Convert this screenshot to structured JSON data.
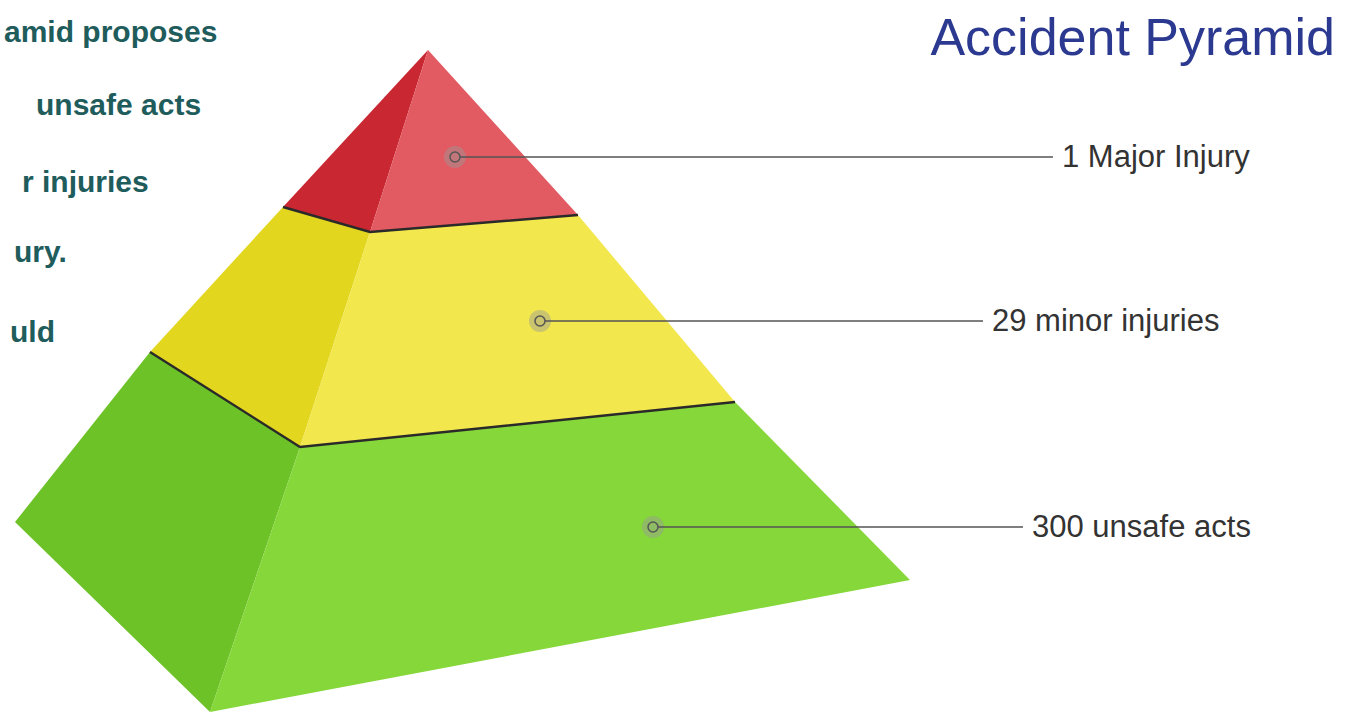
{
  "diagram": {
    "title": "Accident Pyramid",
    "labels": [
      "amid proposes",
      "unsafe acts",
      "r injuries",
      "ury.",
      "uld",
      "1 Major Injury",
      "29 minor injuries",
      "300 unsafe acts"
    ]
  }
}
